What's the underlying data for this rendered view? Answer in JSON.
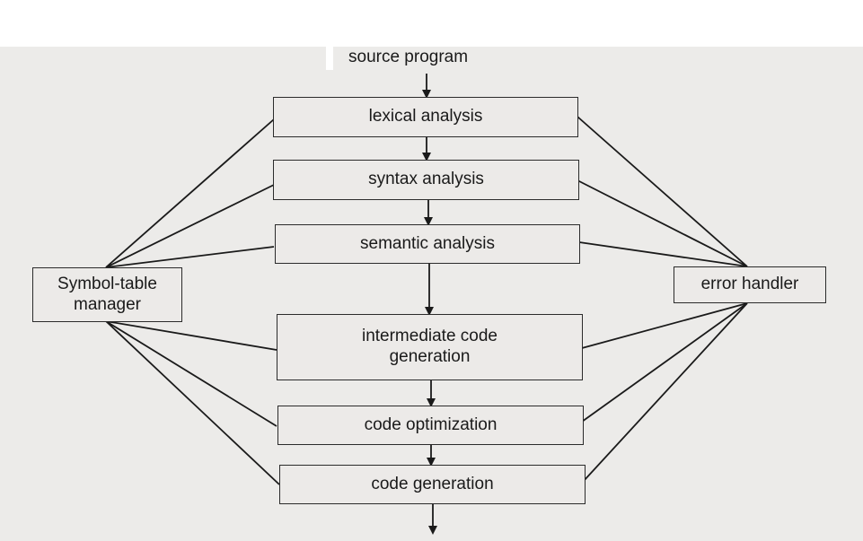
{
  "diagram": {
    "input_label": "source program",
    "phases": [
      {
        "id": "lexical",
        "label": "lexical analysis"
      },
      {
        "id": "syntax",
        "label": "syntax analysis"
      },
      {
        "id": "semantic",
        "label": "semantic analysis"
      },
      {
        "id": "intermediate",
        "label_line1": "intermediate code",
        "label_line2": "generation"
      },
      {
        "id": "optimization",
        "label": "code optimization"
      },
      {
        "id": "codegen",
        "label": "code generation"
      }
    ],
    "symbol_table": {
      "label_line1": "Symbol-table",
      "label_line2": "manager"
    },
    "error_handler": {
      "label": "error handler"
    }
  }
}
